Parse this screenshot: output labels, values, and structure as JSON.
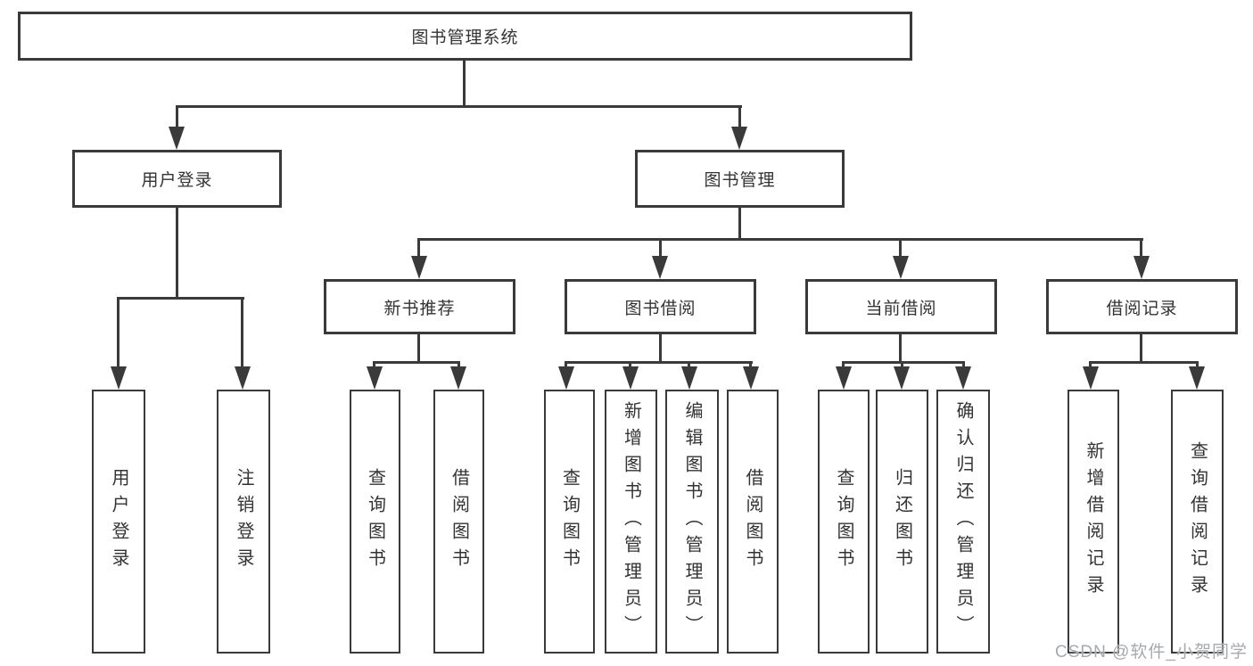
{
  "tree": {
    "root": {
      "label": "图书管理系统"
    },
    "children": [
      {
        "label": "用户登录",
        "children": [
          {
            "label": "用户登录"
          },
          {
            "label": "注销登录"
          }
        ]
      },
      {
        "label": "图书管理",
        "children": [
          {
            "label": "新书推荐",
            "children": [
              {
                "label": "查询图书"
              },
              {
                "label": "借阅图书"
              }
            ]
          },
          {
            "label": "图书借阅",
            "children": [
              {
                "label": "查询图书"
              },
              {
                "label": "新增图书（管理员）"
              },
              {
                "label": "编辑图书（管理员）"
              },
              {
                "label": "借阅图书"
              }
            ]
          },
          {
            "label": "当前借阅",
            "children": [
              {
                "label": "查询图书"
              },
              {
                "label": "归还图书"
              },
              {
                "label": "确认归还（管理员）"
              }
            ]
          },
          {
            "label": "借阅记录",
            "children": [
              {
                "label": "新增借阅记录"
              },
              {
                "label": "查询借阅记录"
              }
            ]
          }
        ]
      }
    ]
  },
  "watermark": {
    "text": "CSDN @软件_小贺同学"
  },
  "colors": {
    "line": "#3a3a3a",
    "text": "#333333",
    "watermark": "#a7aaad",
    "background": "#ffffff"
  }
}
